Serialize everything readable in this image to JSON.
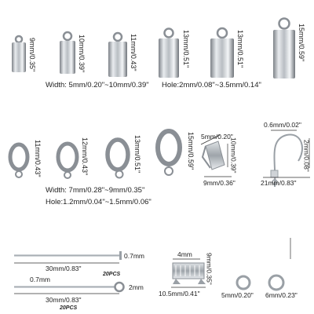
{
  "section1": {
    "cap_heights": [
      "9mm/0.35\"",
      "10mm/0.39\"",
      "11mm/0.43\"",
      "13mm/0.51\"",
      "13mm/0.51\"",
      "15mm/0.59\""
    ],
    "width_text": "Width: 5mm/0.20\"~10mm/0.39\"",
    "hole_text": "Hole:2mm/0.08\"~3.5mm/0.14\""
  },
  "section2": {
    "clasp_heights": [
      "11mm/0.43\"",
      "12mm/0.43\"",
      "13mm/0.51\"",
      "15mm/0.59\""
    ],
    "width_text": "Width: 7mm/0.28\"~9mm/0.35\"",
    "hole_text": "Hole:1.2mm/0.04\"~1.5mm/0.06\"",
    "bail_top": "5mm/0.20\"",
    "bail_height": "10mm/0.39\"",
    "bail_width": "9mm/0.36\"",
    "hook_wire": "0.6mm/0.02\"",
    "hook_height": "2mm/0.08\"",
    "hook_width": "21mm/0.83\""
  },
  "section3": {
    "pin1_thick": "0.7mm",
    "pin1_len": "30mm/0.83\"",
    "pin1_count": "20PCS",
    "pin2_thick": "0.7mm",
    "pin2_loop": "2mm",
    "pin2_len": "30mm/0.83\"",
    "pin2_count": "20PCS",
    "crimp_top": "4mm",
    "crimp_height": "9mm/0.35\"",
    "crimp_width": "10.5mm/0.41\"",
    "ring_small": "5mm/0.20\"",
    "ring_large": "6mm/0.23\""
  }
}
